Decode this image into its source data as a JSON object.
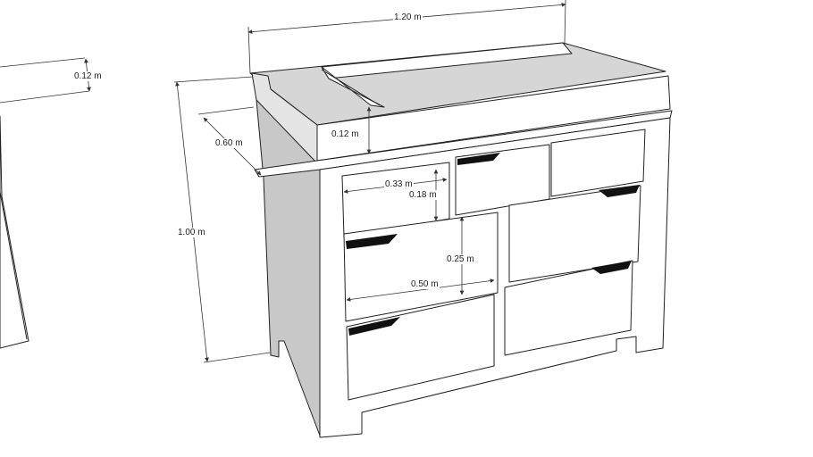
{
  "model": {
    "dimensions": {
      "width": "1.20 m",
      "height": "1.00 m",
      "depth": "0.60 m",
      "side_rail_height": "0.12 m",
      "tray_wall_height": "0.12 m",
      "small_drawer_width": "0.33 m",
      "small_drawer_height": "0.18 m",
      "large_drawer_height": "0.25 m",
      "large_drawer_width": "0.50 m"
    },
    "colors": {
      "side": "#c8c8c8",
      "front": "#ffffff",
      "tray": "#d6d6d6",
      "handle": "#111111"
    }
  }
}
